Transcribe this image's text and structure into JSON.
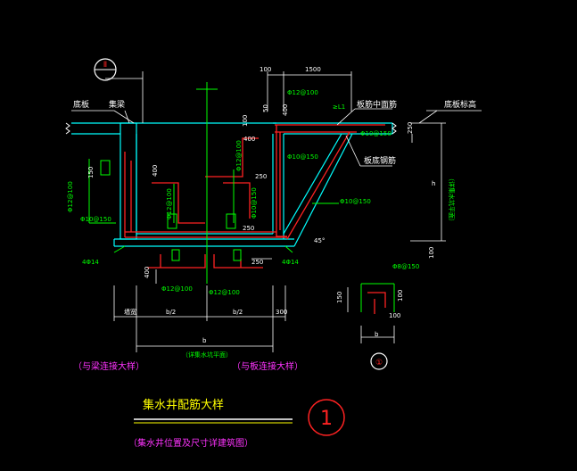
{
  "colors": {
    "background": "#000000",
    "concrete": "#00ffff",
    "rebar_red": "#ff2222",
    "label_green": "#00ff00",
    "dim_white": "#ffffff",
    "title_yellow": "#ffff00",
    "note_magenta": "#ff33ff"
  },
  "section_marker": "Ⅱ",
  "detail_marker": "1",
  "small_marker": "①",
  "labels": {
    "slab": "底板",
    "beam": "集梁",
    "top_rebar": "板筋中面筋",
    "slab_elev": "底板标高",
    "bottom_rebar": "板底钢筋",
    "note_beam": "（与梁连接大样）",
    "note_slab": "（与板连接大样）",
    "pit_plan": "（详集水坑平面）",
    "pit_depth": "（详集水坑平面）"
  },
  "rebar": {
    "r1": "Φ12@100",
    "r2": "Φ10@150",
    "r3": "Φ12@100",
    "r4": "Φ10@150",
    "r5": "Φ10@150",
    "r6": "Φ12@100",
    "r7": "Φ10@150",
    "r8": "Φ12@100",
    "r9": "Φ12@100",
    "r10": "Φ8@150",
    "bars_left": "4Φ14",
    "bars_right": "4Φ14",
    "la": "≥L1"
  },
  "dims": {
    "d100": "100",
    "d1500": "1500",
    "d50": "50",
    "d400_top": "400",
    "d250_a": "250",
    "d400_mid": "400",
    "d250_b": "250",
    "d250_c": "250",
    "d400_bot": "400",
    "d150_left": "150",
    "d100_right": "100",
    "h": "h",
    "b2_left": "b/2",
    "b2_right": "b/2",
    "d300": "300",
    "b": "b",
    "angle": "45°",
    "wall": "墙宽",
    "d100_small": "100",
    "d150_small": "150",
    "d100b": "100",
    "b_small": "b"
  },
  "title": "集水井配筋大样",
  "subtitle": "（集水井位置及尺寸详建筑图）"
}
